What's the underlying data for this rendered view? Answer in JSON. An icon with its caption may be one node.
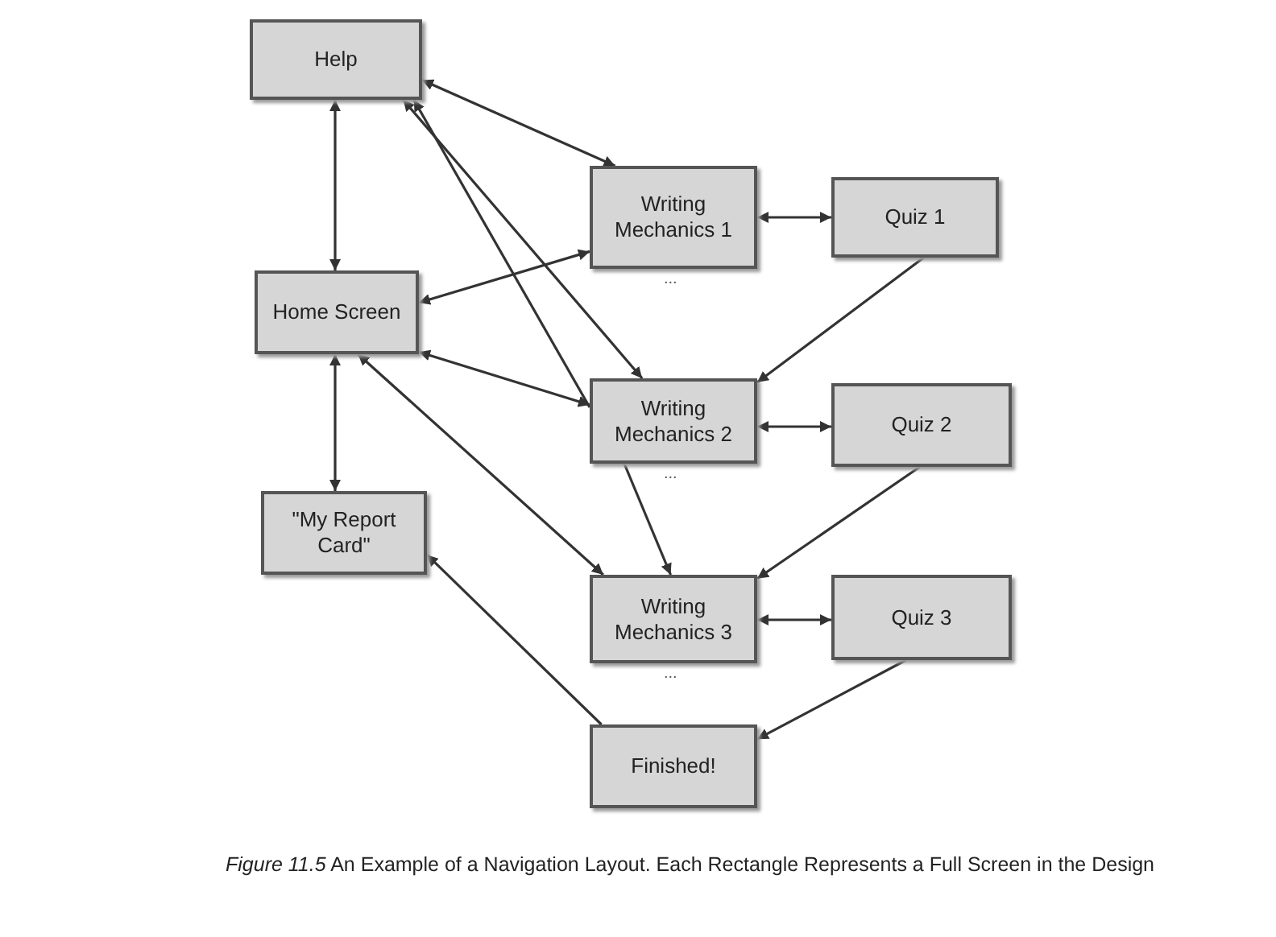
{
  "diagram": {
    "caption": "*Figure 11.5* An Example of a Navigation Layout. Each Rectangle Represents a Full Screen in the Design",
    "nodes": [
      {
        "text": [
          "Help"
        ]
      },
      {
        "text": [
          "Home Screen"
        ]
      },
      {
        "text": [
          "\"My Report Card\""
        ]
      },
      {
        "text": [
          "Writing Mechanics 1"
        ],
        "beside": [
          "..."
        ]
      },
      {
        "text": [
          "Quiz 1"
        ]
      },
      {
        "text": [
          "Writing Mechanics 2"
        ],
        "beside": [
          "..."
        ]
      },
      {
        "text": [
          "Quiz 2"
        ]
      },
      {
        "text": [
          "Writing Mechanics 3"
        ],
        "beside": [
          "..."
        ]
      },
      {
        "text": [
          "Quiz 3"
        ]
      },
      {
        "text": [
          "Finished!"
        ]
      }
    ],
    "edges": [
      {
        "from": 0,
        "to": 1,
        "arrow": "both"
      },
      {
        "from": 0,
        "to": 3,
        "arrow": "both"
      },
      {
        "from": 0,
        "to": 5,
        "arrow": "both"
      },
      {
        "from": 5,
        "to": 0,
        "arrow": "to"
      },
      {
        "from": 1,
        "to": 3,
        "arrow": "both"
      },
      {
        "from": 1,
        "to": 5,
        "arrow": "both"
      },
      {
        "from": 1,
        "to": 7,
        "arrow": "both"
      },
      {
        "from": 1,
        "to": 2,
        "arrow": "both"
      },
      {
        "from": 3,
        "to": 4,
        "arrow": "both"
      },
      {
        "from": 5,
        "to": 6,
        "arrow": "both"
      },
      {
        "from": 7,
        "to": 8,
        "arrow": "both"
      },
      {
        "from": 4,
        "to": 5,
        "arrow": "to"
      },
      {
        "from": 6,
        "to": 7,
        "arrow": "to"
      },
      {
        "from": 8,
        "to": 9,
        "arrow": "to"
      },
      {
        "from": 5,
        "to": 7,
        "arrow": "to"
      },
      {
        "from": 9,
        "to": 2,
        "arrow": "to"
      }
    ]
  }
}
